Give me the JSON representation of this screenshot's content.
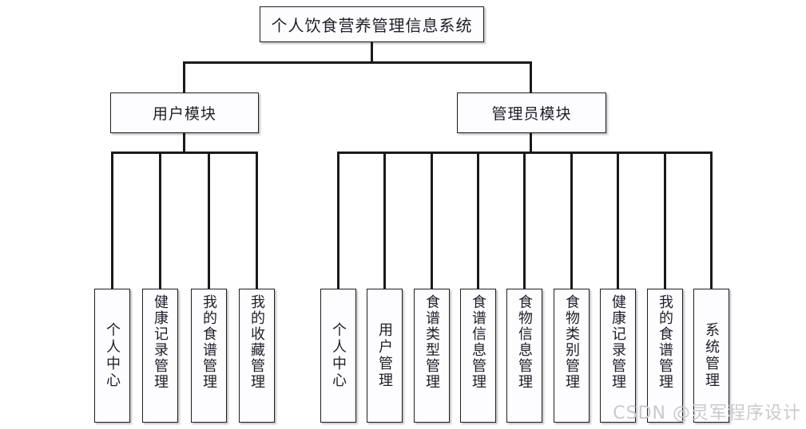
{
  "diagram": {
    "title": "个人饮食营养管理信息系统",
    "root": {
      "label": "个人饮食营养管理信息系统"
    },
    "modules": [
      {
        "label": "用户模块"
      },
      {
        "label": "管理员模块"
      }
    ],
    "user_leaves": [
      {
        "label": "个人中心"
      },
      {
        "label": "健康记录管理"
      },
      {
        "label": "我的食谱管理"
      },
      {
        "label": "我的收藏管理"
      }
    ],
    "admin_leaves": [
      {
        "label": "个人中心"
      },
      {
        "label": "用户管理"
      },
      {
        "label": "食谱类型管理"
      },
      {
        "label": "食谱信息管理"
      },
      {
        "label": "食物信息管理"
      },
      {
        "label": "食物类别管理"
      },
      {
        "label": "健康记录管理"
      },
      {
        "label": "我的食谱管理"
      },
      {
        "label": "系统管理"
      }
    ]
  },
  "watermark": {
    "text": "CSDN @灵军程序设计"
  },
  "colors": {
    "line": "#1a1a1a",
    "border": "#1f1f1f",
    "fill": "#fdfdff",
    "text": "#20202a",
    "watermark": "#c9c9cf"
  }
}
